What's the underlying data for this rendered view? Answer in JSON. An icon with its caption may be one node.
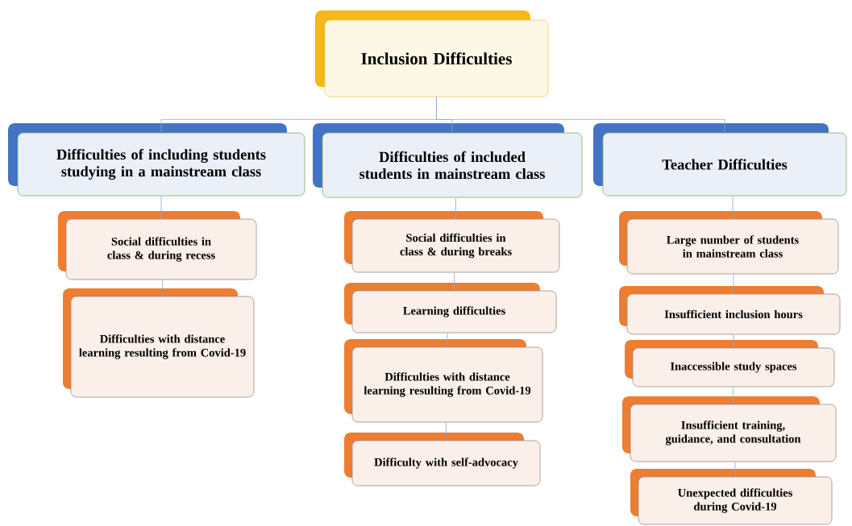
{
  "diagram": {
    "nodes": [
      {
        "text": [
          "Inclusion Difficulties"
        ]
      },
      {
        "text": [
          "Difficulties of including students studying in a mainstream class"
        ]
      },
      {
        "text": [
          "Difficulties of included students in mainstream class"
        ]
      },
      {
        "text": [
          "Teacher Difficulties"
        ]
      },
      {
        "text": [
          "Social difficulties in class & during recess"
        ]
      },
      {
        "text": [
          "Difficulties with distance learning resulting from Covid-19"
        ]
      },
      {
        "text": [
          "Social difficulties in class & during breaks"
        ]
      },
      {
        "text": [
          "Learning difficulties"
        ]
      },
      {
        "text": [
          "Difficulties with distance learning resulting from Covid-19"
        ]
      },
      {
        "text": [
          "Difficulty with self-advocacy"
        ]
      },
      {
        "text": [
          "Large number of students in mainstream class"
        ]
      },
      {
        "text": [
          "Insufficient inclusion hours"
        ]
      },
      {
        "text": [
          "Inaccessible study spaces"
        ]
      },
      {
        "text": [
          "Insufficient training, guidance, and consultation"
        ]
      },
      {
        "text": [
          "Unexpected difficulties during Covid-19"
        ]
      }
    ],
    "edges": [
      {
        "from": 0,
        "to": 1,
        "arrow": "none"
      },
      {
        "from": 0,
        "to": 2,
        "arrow": "none"
      },
      {
        "from": 0,
        "to": 3,
        "arrow": "none"
      },
      {
        "from": 1,
        "to": 4,
        "arrow": "none"
      },
      {
        "from": 4,
        "to": 5,
        "arrow": "none"
      },
      {
        "from": 2,
        "to": 6,
        "arrow": "none"
      },
      {
        "from": 6,
        "to": 7,
        "arrow": "none"
      },
      {
        "from": 7,
        "to": 8,
        "arrow": "none"
      },
      {
        "from": 8,
        "to": 9,
        "arrow": "none"
      },
      {
        "from": 3,
        "to": 10,
        "arrow": "none"
      },
      {
        "from": 10,
        "to": 11,
        "arrow": "none"
      },
      {
        "from": 11,
        "to": 12,
        "arrow": "none"
      },
      {
        "from": 12,
        "to": 13,
        "arrow": "none"
      },
      {
        "from": 13,
        "to": 14,
        "arrow": "none"
      }
    ]
  }
}
